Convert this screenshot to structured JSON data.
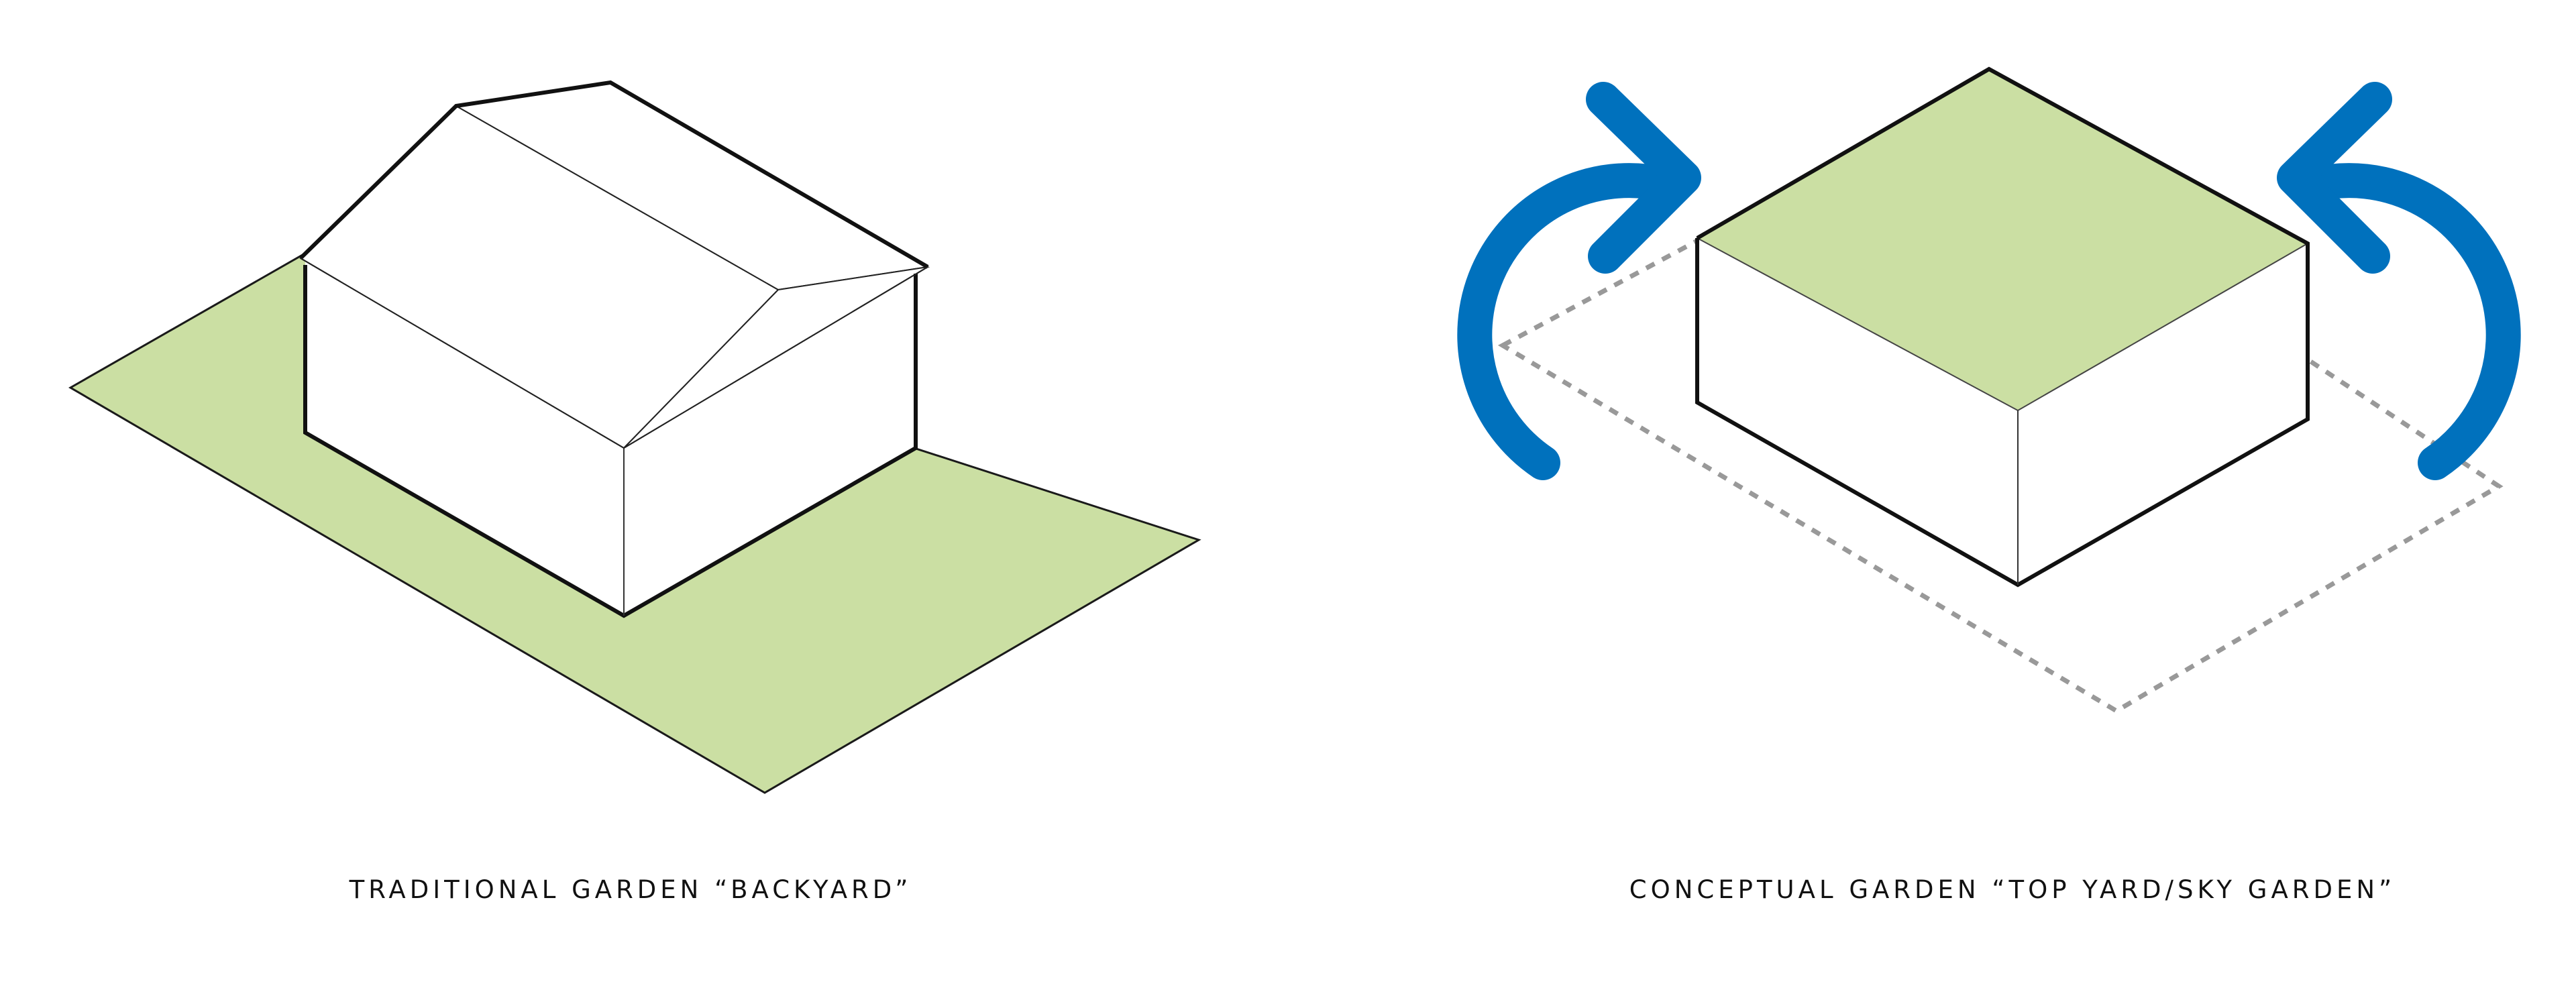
{
  "panels": [
    {
      "caption": "TRADITIONAL GARDEN “BACKYARD”",
      "depiction": "house-with-gable-roof-on-garden-lawn"
    },
    {
      "caption": "CONCEPTUAL GARDEN “TOP YARD/SKY GARDEN”",
      "depiction": "flat-roof-block-with-roof-garden-and-arrows"
    }
  ],
  "colors": {
    "garden": "#cbdfa3",
    "arrow": "#0071bd",
    "outline": "#111111",
    "dashed_footprint": "#999999",
    "background": "#ffffff"
  }
}
